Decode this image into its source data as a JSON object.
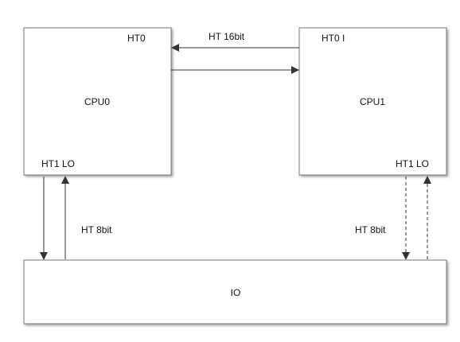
{
  "diagram": {
    "cpu0": {
      "name": "CPU0",
      "port_top": "HT0",
      "port_bottom": "HT1 LO"
    },
    "cpu1": {
      "name": "CPU1",
      "port_top": "HT0 I",
      "port_bottom": "HT1 LO"
    },
    "io": {
      "name": "IO"
    },
    "links": {
      "cpu_link_label": "HT 16bit",
      "cpu0_io_label": "HT 8bit",
      "cpu1_io_label": "HT 8bit"
    }
  }
}
